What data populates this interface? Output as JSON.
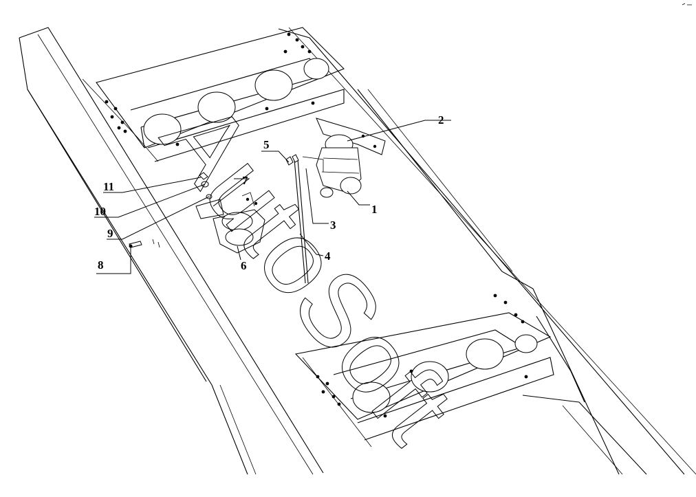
{
  "callouts": [
    {
      "id": "1",
      "label": "1"
    },
    {
      "id": "2",
      "label": "2"
    },
    {
      "id": "3",
      "label": "3"
    },
    {
      "id": "4",
      "label": "4"
    },
    {
      "id": "5",
      "label": "5"
    },
    {
      "id": "6",
      "label": "6"
    },
    {
      "id": "7",
      "label": "7"
    },
    {
      "id": "8",
      "label": "8"
    },
    {
      "id": "9",
      "label": "9"
    },
    {
      "id": "10",
      "label": "10"
    },
    {
      "id": "11",
      "label": "11"
    }
  ],
  "watermark": "AutoSoft"
}
